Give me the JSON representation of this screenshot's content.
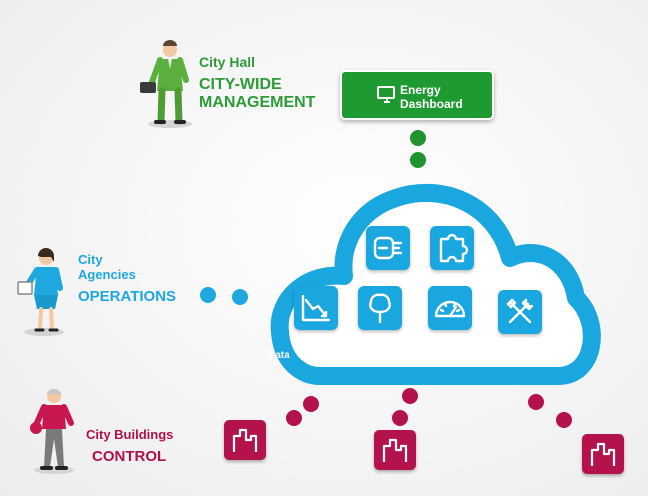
{
  "city_hall": {
    "line1": "City Hall",
    "line2": "CITY-WIDE",
    "line3": "MANAGEMENT"
  },
  "energy_dashboard": {
    "line1": "Energy",
    "line2": "Dashboard"
  },
  "city_agencies": {
    "line1": "City",
    "line2": "Agencies",
    "line3": "OPERATIONS"
  },
  "city_buildings": {
    "line1": "City Buildings",
    "line2": "CONTROL"
  },
  "cloud": {
    "faint_line1": "",
    "faint_line2": "Data",
    "icons": [
      "meter-icon",
      "puzzle-icon",
      "trend-down-icon",
      "tree-icon",
      "gauge-icon",
      "tools-icon"
    ]
  },
  "colors": {
    "green": "#2e9b38",
    "blue": "#1ea8df",
    "red": "#b0104b"
  }
}
